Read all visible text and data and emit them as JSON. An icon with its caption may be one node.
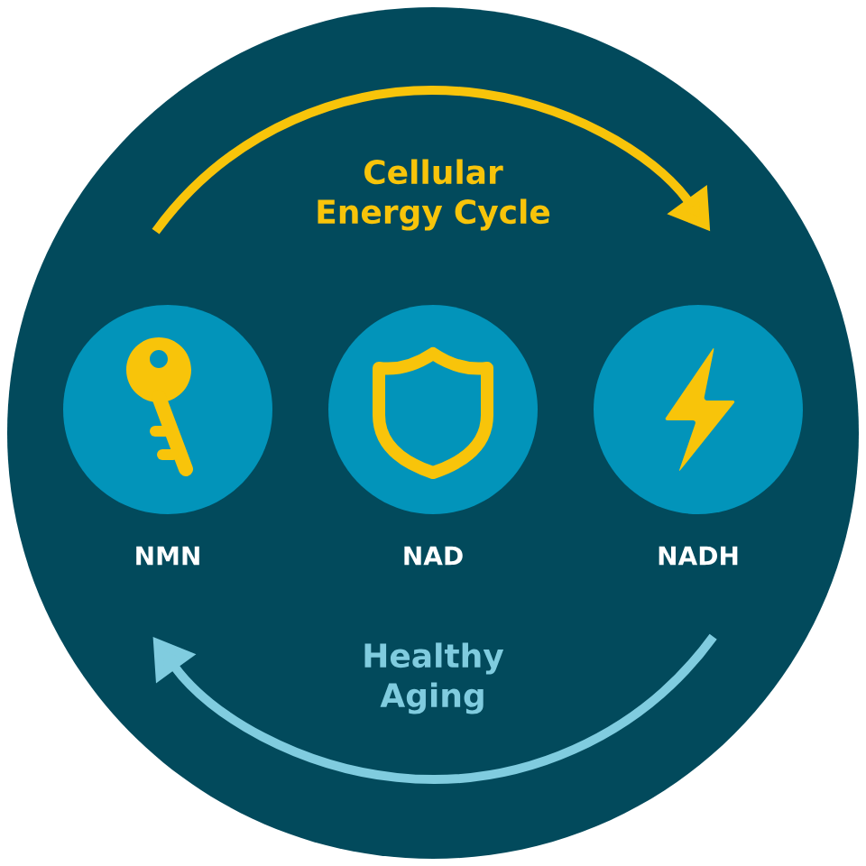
{
  "diagram": {
    "nodes": [
      {
        "text": [
          "Cellular Energy Cycle",
          "Healthy Aging"
        ]
      },
      {
        "text": [
          "NMN"
        ],
        "in": 0
      },
      {
        "text": [
          "NAD"
        ],
        "in": 0
      },
      {
        "text": [
          "NADH"
        ],
        "in": 0
      }
    ]
  }
}
